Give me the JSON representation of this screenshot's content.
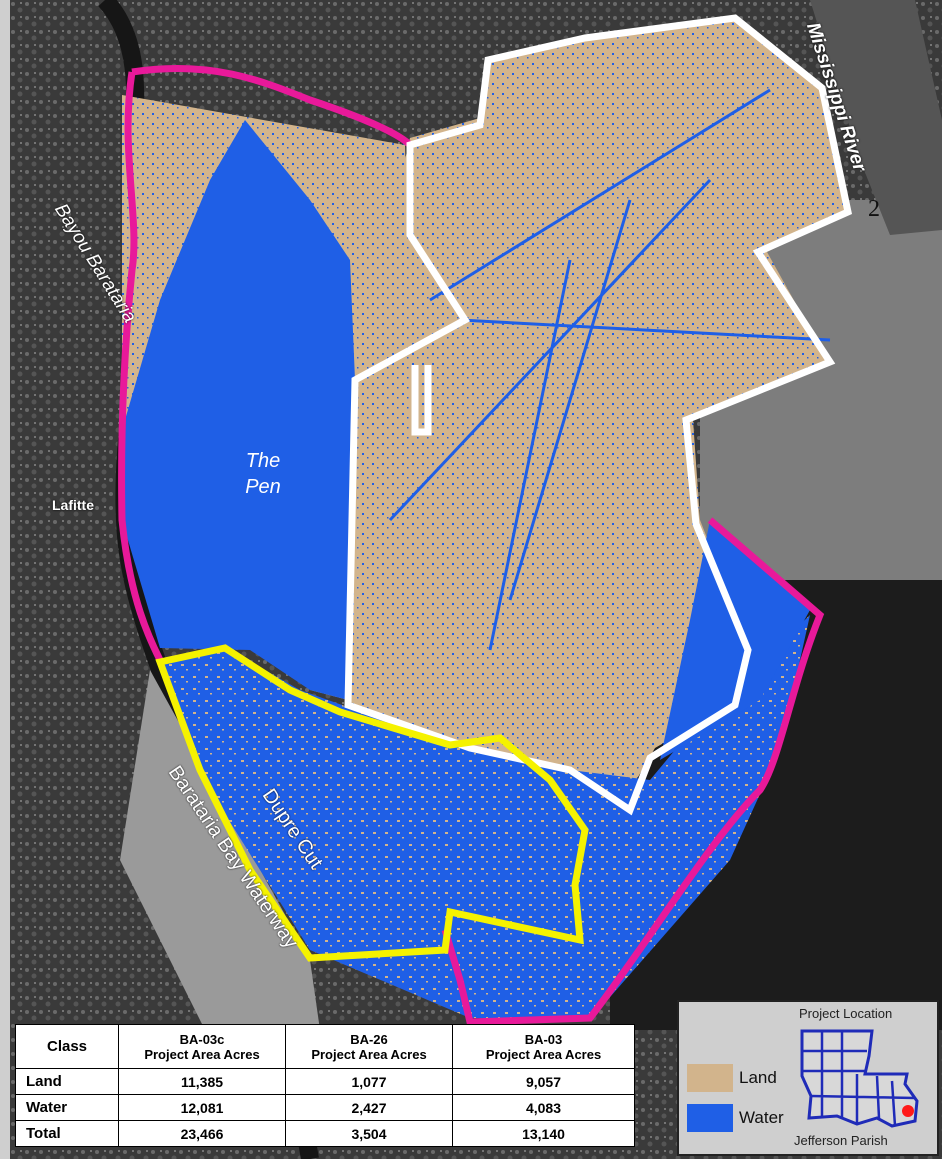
{
  "map": {
    "labels": {
      "bayou": "Bayou Barataria",
      "mississippi": "Mississippi River",
      "corner_number": "2",
      "pen_line1": "The",
      "pen_line2": "Pen",
      "lafitte": "Lafitte",
      "barataria_waterway": "Barataria Bay Waterway",
      "dupre": "Dupre Cut"
    },
    "colors": {
      "land": "#d2b48c",
      "water": "#1f5fe6",
      "boundary_magenta": "#e8199a",
      "boundary_white": "#ffffff",
      "boundary_yellow": "#f5f200"
    }
  },
  "table": {
    "headers": [
      {
        "line1": "Class",
        "line2": ""
      },
      {
        "line1": "BA-03c",
        "line2": "Project Area Acres"
      },
      {
        "line1": "BA-26",
        "line2": "Project Area Acres"
      },
      {
        "line1": "BA-03",
        "line2": "Project Area Acres"
      }
    ],
    "rows": [
      {
        "class": "Land",
        "ba03c": "11,385",
        "ba26": "1,077",
        "ba03": "9,057"
      },
      {
        "class": "Water",
        "ba03c": "12,081",
        "ba26": "2,427",
        "ba03": "4,083"
      },
      {
        "class": "Total",
        "ba03c": "23,466",
        "ba26": "3,504",
        "ba03": "13,140"
      }
    ]
  },
  "legend": {
    "title": "Project Location",
    "land": "Land",
    "water": "Water",
    "parish": "Jefferson Parish"
  }
}
